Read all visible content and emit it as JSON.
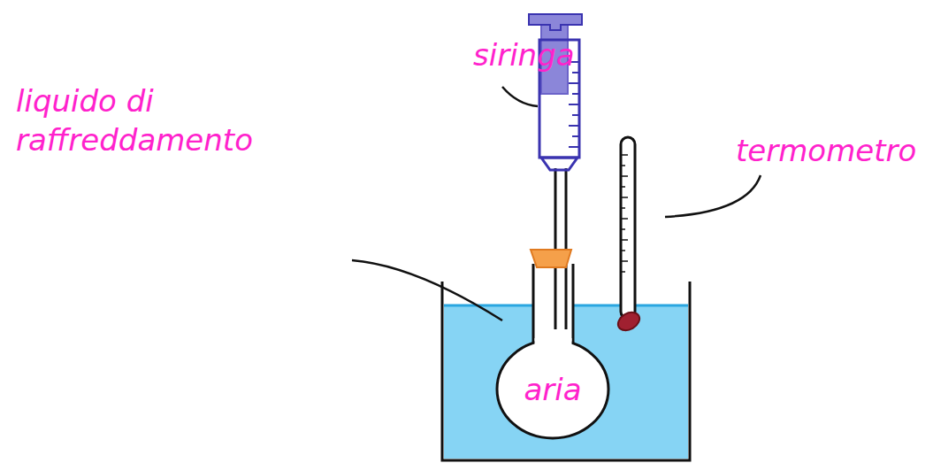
{
  "diagram": {
    "nodes": [
      {
        "text": [
          "aria"
        ]
      }
    ],
    "labels": [
      "siringa",
      "termometro",
      "liquido di raffreddamento"
    ]
  }
}
